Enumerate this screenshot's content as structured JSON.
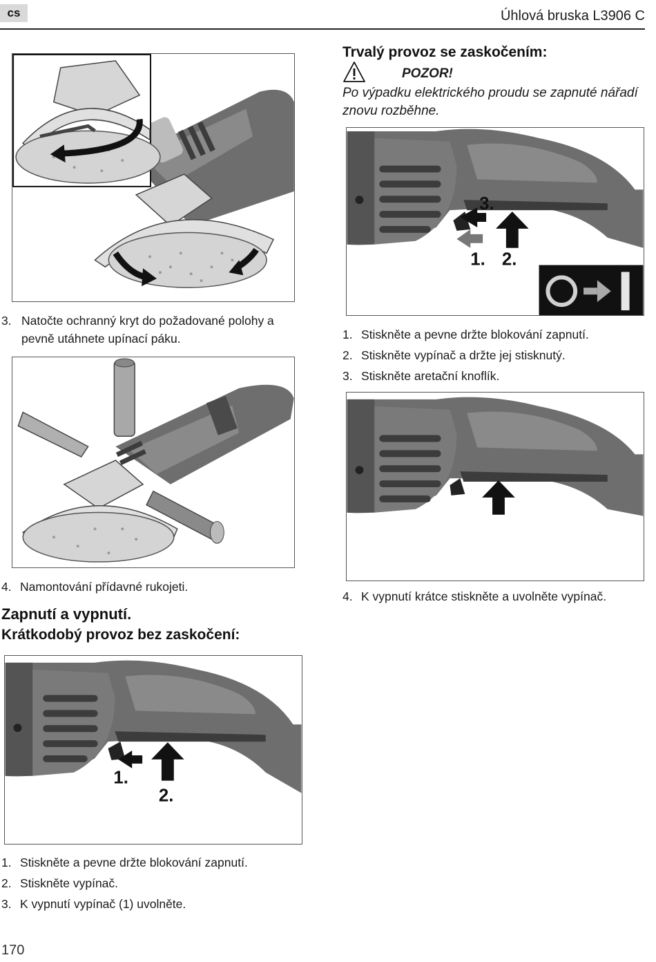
{
  "header": {
    "lang_badge": "cs",
    "title": "Úhlová bruska L3906 C"
  },
  "left": {
    "caption_3": {
      "num": "3.",
      "text": "Natočte ochranný kryt do požadované polohy a pevně utáhnete upínací páku."
    },
    "caption_4": {
      "num": "4.",
      "text": "Namontování přídavné rukojeti."
    },
    "heading_switch": "Zapnutí a vypnutí.",
    "heading_short": "Krátkodobý provoz bez zaskočení:",
    "fig_short_labels": {
      "one": "1.",
      "two": "2."
    },
    "steps_short": [
      {
        "num": "1.",
        "text": "Stiskněte a pevne držte blokování zapnutí."
      },
      {
        "num": "2.",
        "text": "Stiskněte vypínač."
      },
      {
        "num": "3.",
        "text": "K vypnutí vypínač (1) uvolněte."
      }
    ]
  },
  "right": {
    "heading_continuous": "Trvalý provoz se zaskočením:",
    "warning_title": "POZOR!",
    "warning_text": "Po výpadku elektrického proudu se zapnuté nářadí znovu rozběhne.",
    "fig_cont_labels": {
      "one": "1.",
      "two": "2.",
      "three": "3."
    },
    "steps_continuous": [
      {
        "num": "1.",
        "text": "Stiskněte a pevne držte blokování zapnutí."
      },
      {
        "num": "2.",
        "text": "Stiskněte vypínač a držte jej stisknutý."
      },
      {
        "num": "3.",
        "text": "Stiskněte aretační knoflík."
      }
    ],
    "caption_4": {
      "num": "4.",
      "text": "K vypnutí krátce stiskněte a uvolněte vypínač."
    }
  },
  "page_number": "170",
  "colors": {
    "tool_body": "#6e6e6e",
    "tool_dark": "#3c3c3c",
    "disc": "#d4d4d4",
    "arrow": "#111111",
    "accent_grey": "#e6e6e6"
  }
}
